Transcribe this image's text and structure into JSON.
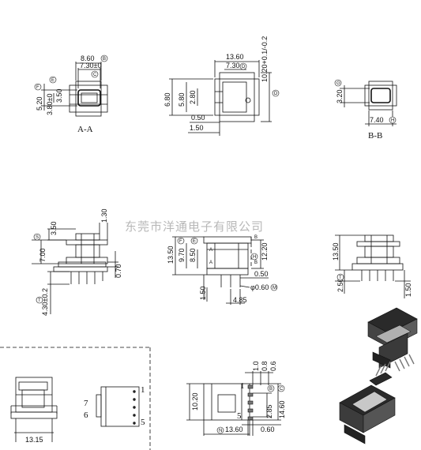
{
  "watermark": "东莞市洋通电子有限公司",
  "views": {
    "section_aa": {
      "label": "A-A",
      "dims": [
        "8.60",
        "7.30±0",
        "5.20",
        "3.80±0",
        "3.50"
      ],
      "tags": [
        "B",
        "C",
        "F",
        "E"
      ]
    },
    "side_top": {
      "dims": [
        "13.60",
        "7.30",
        "10.20+0.1/-0.2",
        "6.80",
        "5.80",
        "2.80",
        "0.50",
        "1.50"
      ],
      "tags": [
        "D",
        "D"
      ]
    },
    "section_bb": {
      "label": "B-B",
      "dims": [
        "3.20",
        "7.40"
      ],
      "tags": [
        "G",
        "H"
      ]
    },
    "front_left": {
      "dims": [
        "3.50",
        "1.30",
        "7.00",
        "0.70",
        "4.30±0.2"
      ],
      "tags": [
        "S",
        "T"
      ]
    },
    "front_mid": {
      "dims": [
        "13.50",
        "9.70",
        "8.50",
        "12.20",
        "0.50",
        "1.50",
        "φ0.60",
        "4.85"
      ],
      "tags": [
        "F",
        "E",
        "H",
        "M"
      ],
      "section_marks": [
        "A",
        "A",
        "B",
        "B"
      ]
    },
    "front_right": {
      "dims": [
        "13.50",
        "2.50",
        "1.50"
      ],
      "tags": [
        "T"
      ]
    },
    "bottom_left": {
      "dims": [
        "13.15"
      ]
    },
    "pin_view": {
      "pins": [
        "7",
        "6",
        "1",
        "5"
      ]
    },
    "bottom_mid": {
      "dims": [
        "10.20",
        "1.0",
        "0.8",
        "0.6",
        "2.85",
        "14.60",
        "0.60",
        "13.60"
      ],
      "tags": [
        "N",
        "B",
        "B",
        "C"
      ],
      "pins": [
        "1",
        "5"
      ]
    }
  },
  "colors": {
    "line": "#111111",
    "watermark": "#b8b8b8",
    "fill_dark": "#222222",
    "fill_grey": "#777777"
  }
}
